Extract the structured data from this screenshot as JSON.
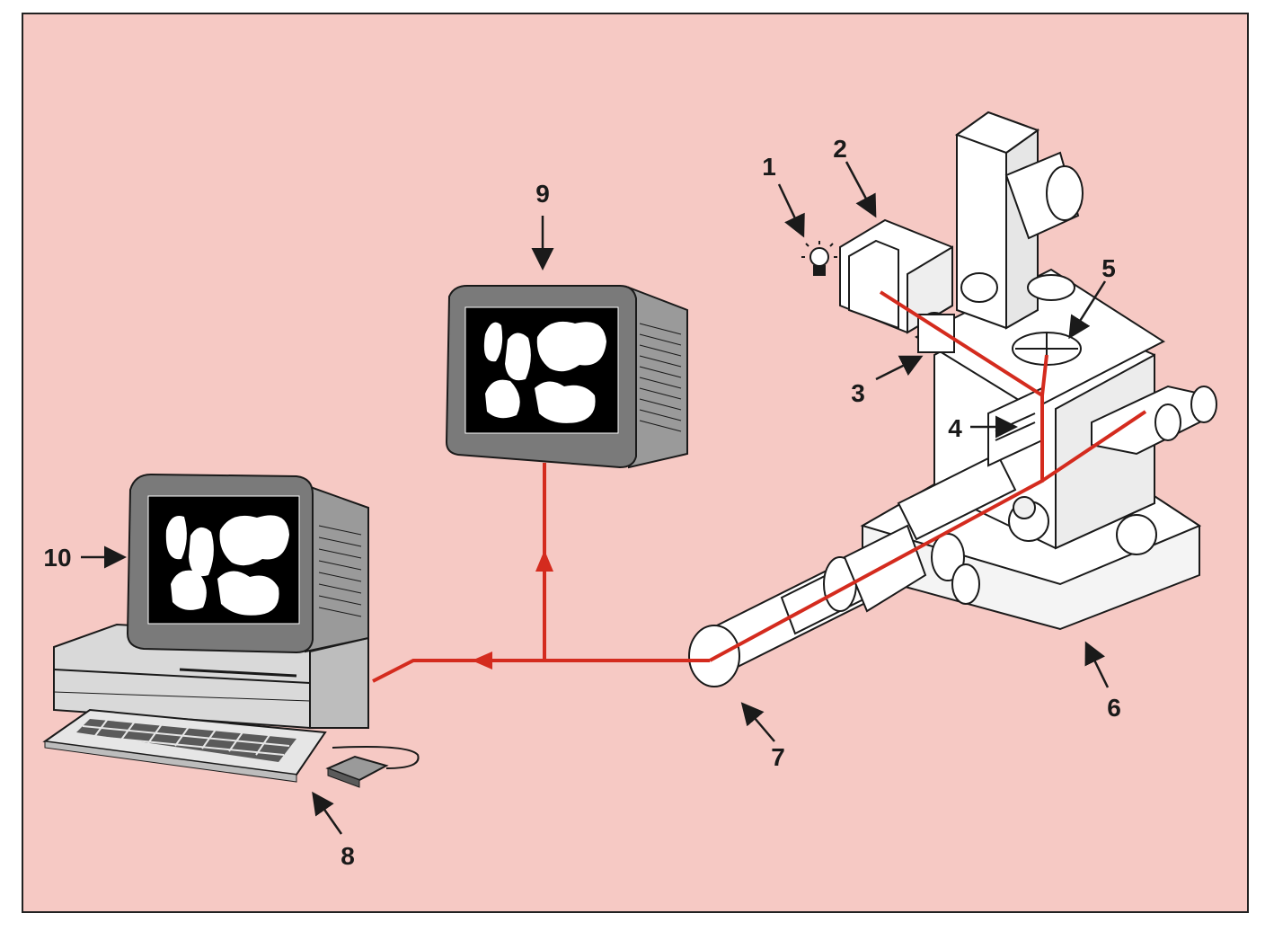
{
  "colors": {
    "background": "#f6c9c4",
    "beam": "#d42b1e",
    "ink": "#1a1a1a",
    "monitor_case": "#7a7a7a",
    "screen": "#000000",
    "cells": "#ffffff",
    "device_body": "#ffffff"
  },
  "callouts": {
    "c1": "1",
    "c2": "2",
    "c3": "3",
    "c4": "4",
    "c5": "5",
    "c6": "6",
    "c7": "7",
    "c8": "8",
    "c9": "9",
    "c10": "10"
  },
  "icons": {
    "light_source": "lightbulb-icon"
  }
}
